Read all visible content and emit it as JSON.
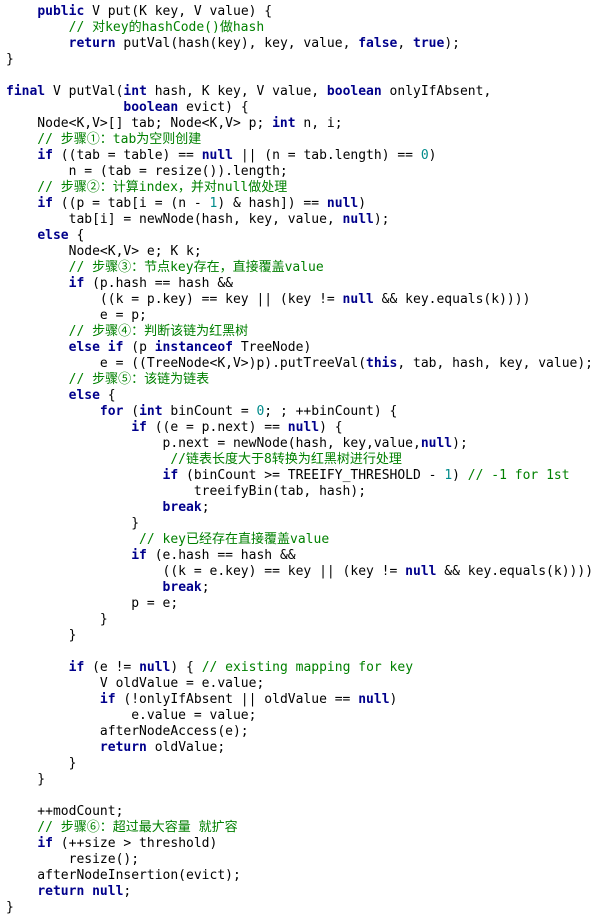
{
  "colors": {
    "keyword": "#00008b",
    "comment": "#008000",
    "number": "#008b8b",
    "text": "#000000",
    "background": "#ffffff"
  },
  "code_lines": [
    [
      [
        "    ",
        "p"
      ],
      [
        "public",
        "k"
      ],
      [
        " V put(K key, V value) {",
        "p"
      ]
    ],
    [
      [
        "        // 对key的hashCode()做hash",
        "c"
      ]
    ],
    [
      [
        "        ",
        "p"
      ],
      [
        "return",
        "k"
      ],
      [
        " putVal(hash(key), key, value, ",
        "p"
      ],
      [
        "false",
        "k"
      ],
      [
        ", ",
        "p"
      ],
      [
        "true",
        "k"
      ],
      [
        ");",
        "p"
      ]
    ],
    [
      [
        "}",
        "p"
      ]
    ],
    [
      [
        "",
        "p"
      ]
    ],
    [
      [
        "final",
        "k"
      ],
      [
        " V putVal(",
        "p"
      ],
      [
        "int",
        "k"
      ],
      [
        " hash, K key, V value, ",
        "p"
      ],
      [
        "boolean",
        "k"
      ],
      [
        " onlyIfAbsent,",
        "p"
      ]
    ],
    [
      [
        "               ",
        "p"
      ],
      [
        "boolean",
        "k"
      ],
      [
        " evict) {",
        "p"
      ]
    ],
    [
      [
        "    Node<K,V>[] tab; Node<K,V> p; ",
        "p"
      ],
      [
        "int",
        "k"
      ],
      [
        " n, i;",
        "p"
      ]
    ],
    [
      [
        "    // 步骤①：tab为空则创建",
        "c"
      ]
    ],
    [
      [
        "    ",
        "p"
      ],
      [
        "if",
        "k"
      ],
      [
        " ((tab = table) == ",
        "p"
      ],
      [
        "null",
        "k"
      ],
      [
        " || (n = tab.length) == ",
        "p"
      ],
      [
        "0",
        "n"
      ],
      [
        ")",
        "p"
      ]
    ],
    [
      [
        "        n = (tab = resize()).length;",
        "p"
      ]
    ],
    [
      [
        "    // 步骤②：计算index，并对null做处理",
        "c"
      ]
    ],
    [
      [
        "    ",
        "p"
      ],
      [
        "if",
        "k"
      ],
      [
        " ((p = tab[i = (n - ",
        "p"
      ],
      [
        "1",
        "n"
      ],
      [
        ") & hash]) == ",
        "p"
      ],
      [
        "null",
        "k"
      ],
      [
        ")",
        "p"
      ]
    ],
    [
      [
        "        tab[i] = newNode(hash, key, value, ",
        "p"
      ],
      [
        "null",
        "k"
      ],
      [
        ");",
        "p"
      ]
    ],
    [
      [
        "    ",
        "p"
      ],
      [
        "else",
        "k"
      ],
      [
        " {",
        "p"
      ]
    ],
    [
      [
        "        Node<K,V> e; K k;",
        "p"
      ]
    ],
    [
      [
        "        // 步骤③：节点key存在，直接覆盖value",
        "c"
      ]
    ],
    [
      [
        "        ",
        "p"
      ],
      [
        "if",
        "k"
      ],
      [
        " (p.hash == hash &&",
        "p"
      ]
    ],
    [
      [
        "            ((k = p.key) == key || (key != ",
        "p"
      ],
      [
        "null",
        "k"
      ],
      [
        " && key.equals(k))))",
        "p"
      ]
    ],
    [
      [
        "            e = p;",
        "p"
      ]
    ],
    [
      [
        "        // 步骤④：判断该链为红黑树",
        "c"
      ]
    ],
    [
      [
        "        ",
        "p"
      ],
      [
        "else if",
        "k"
      ],
      [
        " (p ",
        "p"
      ],
      [
        "instanceof",
        "k"
      ],
      [
        " TreeNode)",
        "p"
      ]
    ],
    [
      [
        "            e = ((TreeNode<K,V>)p).putTreeVal(",
        "p"
      ],
      [
        "this",
        "k"
      ],
      [
        ", tab, hash, key, value);",
        "p"
      ]
    ],
    [
      [
        "        // 步骤⑤：该链为链表",
        "c"
      ]
    ],
    [
      [
        "        ",
        "p"
      ],
      [
        "else",
        "k"
      ],
      [
        " {",
        "p"
      ]
    ],
    [
      [
        "            ",
        "p"
      ],
      [
        "for",
        "k"
      ],
      [
        " (",
        "p"
      ],
      [
        "int",
        "k"
      ],
      [
        " binCount = ",
        "p"
      ],
      [
        "0",
        "n"
      ],
      [
        "; ; ++binCount) {",
        "p"
      ]
    ],
    [
      [
        "                ",
        "p"
      ],
      [
        "if",
        "k"
      ],
      [
        " ((e = p.next) == ",
        "p"
      ],
      [
        "null",
        "k"
      ],
      [
        ") {",
        "p"
      ]
    ],
    [
      [
        "                    p.next = newNode(hash, key,value,",
        "p"
      ],
      [
        "null",
        "k"
      ],
      [
        ");",
        "p"
      ]
    ],
    [
      [
        "                     //链表长度大于8转换为红黑树进行处理",
        "c"
      ]
    ],
    [
      [
        "                    ",
        "p"
      ],
      [
        "if",
        "k"
      ],
      [
        " (binCount >= TREEIFY_THRESHOLD - ",
        "p"
      ],
      [
        "1",
        "n"
      ],
      [
        ") ",
        "p"
      ],
      [
        "// -1 for 1st",
        "c"
      ]
    ],
    [
      [
        "                        treeifyBin(tab, hash);",
        "p"
      ]
    ],
    [
      [
        "                    ",
        "p"
      ],
      [
        "break",
        "k"
      ],
      [
        ";",
        "p"
      ]
    ],
    [
      [
        "                }",
        "p"
      ]
    ],
    [
      [
        "                 // key已经存在直接覆盖value",
        "c"
      ]
    ],
    [
      [
        "                ",
        "p"
      ],
      [
        "if",
        "k"
      ],
      [
        " (e.hash == hash &&",
        "p"
      ]
    ],
    [
      [
        "                    ((k = e.key) == key || (key != ",
        "p"
      ],
      [
        "null",
        "k"
      ],
      [
        " && key.equals(k))))",
        "p"
      ]
    ],
    [
      [
        "                    ",
        "p"
      ],
      [
        "break",
        "k"
      ],
      [
        ";",
        "p"
      ]
    ],
    [
      [
        "                p = e;",
        "p"
      ]
    ],
    [
      [
        "            }",
        "p"
      ]
    ],
    [
      [
        "        }",
        "p"
      ]
    ],
    [
      [
        "",
        "p"
      ]
    ],
    [
      [
        "        ",
        "p"
      ],
      [
        "if",
        "k"
      ],
      [
        " (e != ",
        "p"
      ],
      [
        "null",
        "k"
      ],
      [
        ") { ",
        "p"
      ],
      [
        "// existing mapping for key",
        "c"
      ]
    ],
    [
      [
        "            V oldValue = e.value;",
        "p"
      ]
    ],
    [
      [
        "            ",
        "p"
      ],
      [
        "if",
        "k"
      ],
      [
        " (!onlyIfAbsent || oldValue == ",
        "p"
      ],
      [
        "null",
        "k"
      ],
      [
        ")",
        "p"
      ]
    ],
    [
      [
        "                e.value = value;",
        "p"
      ]
    ],
    [
      [
        "            afterNodeAccess(e);",
        "p"
      ]
    ],
    [
      [
        "            ",
        "p"
      ],
      [
        "return",
        "k"
      ],
      [
        " oldValue;",
        "p"
      ]
    ],
    [
      [
        "        }",
        "p"
      ]
    ],
    [
      [
        "    }",
        "p"
      ]
    ],
    [
      [
        "",
        "p"
      ]
    ],
    [
      [
        "    ++modCount;",
        "p"
      ]
    ],
    [
      [
        "    // 步骤⑥：超过最大容量 就扩容",
        "c"
      ]
    ],
    [
      [
        "    ",
        "p"
      ],
      [
        "if",
        "k"
      ],
      [
        " (++size > threshold)",
        "p"
      ]
    ],
    [
      [
        "        resize();",
        "p"
      ]
    ],
    [
      [
        "    afterNodeInsertion(evict);",
        "p"
      ]
    ],
    [
      [
        "    ",
        "p"
      ],
      [
        "return",
        "k"
      ],
      [
        " ",
        "p"
      ],
      [
        "null",
        "k"
      ],
      [
        ";",
        "p"
      ]
    ],
    [
      [
        "}",
        "p"
      ]
    ]
  ]
}
